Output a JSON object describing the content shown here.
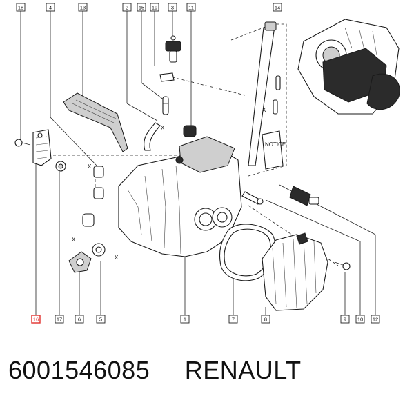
{
  "caption": {
    "part_number": "6001546085",
    "brand": "RENAULT"
  },
  "diagram": {
    "callouts_top": [
      "18",
      "4",
      "13",
      "2",
      "15",
      "19",
      "3",
      "11",
      "14"
    ],
    "callouts_bottom": [
      "16",
      "17",
      "6",
      "5",
      "1",
      "7",
      "8",
      "9",
      "10",
      "12"
    ],
    "highlighted_callout": "16",
    "axis_marks": [
      "X",
      "X",
      "X",
      "X",
      "X"
    ],
    "booklet_label": "NOTICE"
  },
  "colors": {
    "highlight": "#e0312e",
    "ink": "#1a1a1a"
  }
}
